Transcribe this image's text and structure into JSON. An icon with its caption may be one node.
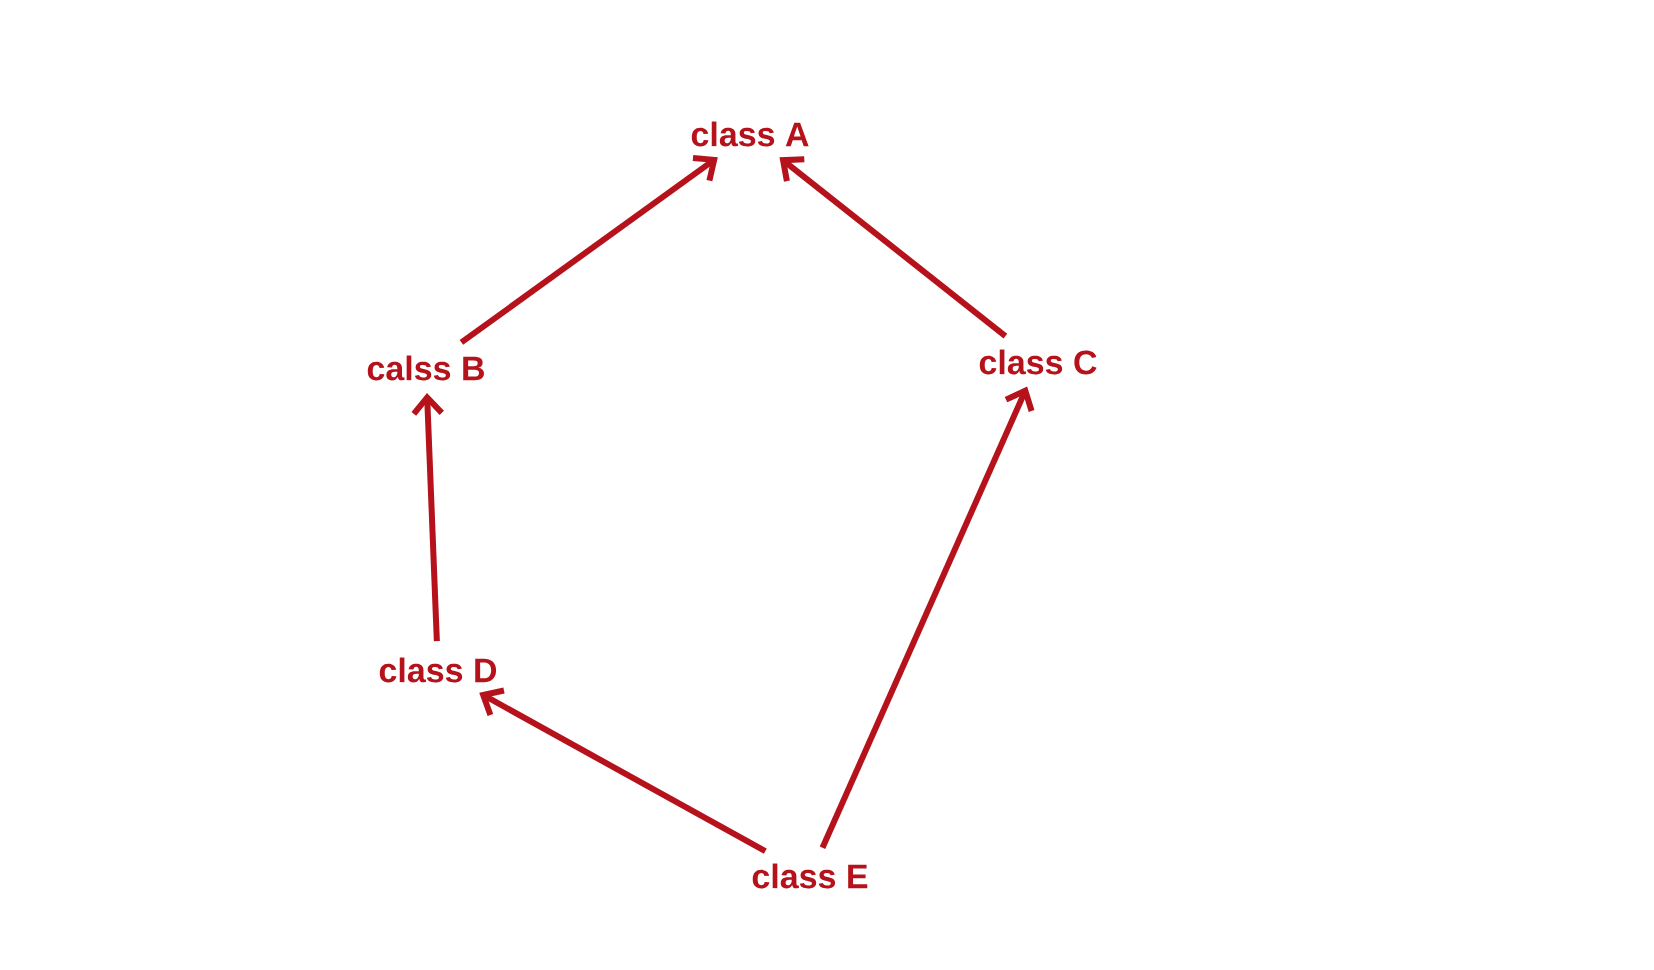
{
  "diagram": {
    "nodes": [
      {
        "text": [
          "class A"
        ]
      },
      {
        "text": [
          "calss B"
        ]
      },
      {
        "text": [
          "class C"
        ]
      },
      {
        "text": [
          "class D"
        ]
      },
      {
        "text": [
          "class E"
        ]
      }
    ],
    "edges": [
      {
        "from": 1,
        "to": 0,
        "arrow": "to"
      },
      {
        "from": 2,
        "to": 0,
        "arrow": "to"
      },
      {
        "from": 3,
        "to": 1,
        "arrow": "to"
      },
      {
        "from": 4,
        "to": 3,
        "arrow": "to"
      },
      {
        "from": 4,
        "to": 2,
        "arrow": "to"
      }
    ]
  }
}
